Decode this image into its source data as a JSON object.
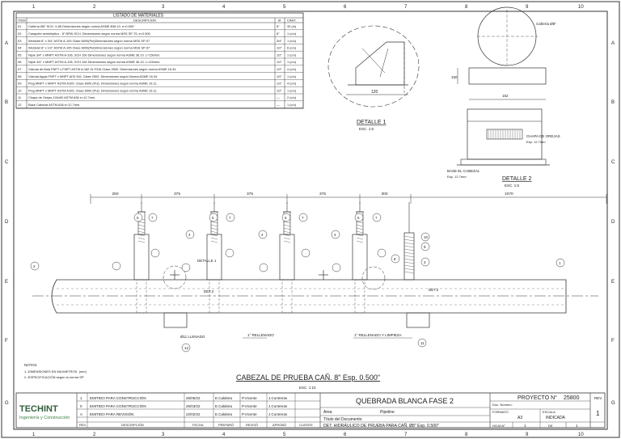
{
  "frame": {
    "columns": [
      "1",
      "2",
      "3",
      "4",
      "5",
      "6",
      "7",
      "8",
      "9",
      "10"
    ],
    "rows": [
      "A",
      "B",
      "C",
      "D",
      "E",
      "F",
      "G"
    ]
  },
  "materials": {
    "title": "LISTADO DE MATERIALES",
    "headers": {
      "item": "ITEM",
      "desc": "DESCRIPCION",
      "size": "Ø",
      "qty": "CANT."
    },
    "rows": [
      {
        "item": "01",
        "desc": "Cañería Ø8\" SCH. X-65 Dimensiones según norma ASME B36.10. e=0.500\"",
        "size": "8\"",
        "qty": "33 (m)"
      },
      {
        "item": "02",
        "desc": "Casquete semielíptico - 8\" BPW-SCH. Dimensiones según norma MSS SP-75, e=0.500",
        "size": "8\"",
        "qty": "1 (c/u)"
      },
      {
        "item": "03",
        "desc": "Weldolet 8\" x 3/4\" ASTM A-105 Clase 6000(Pul)Dimensiones según norma MSS SP-97",
        "size": "3/4\"",
        "qty": "1 (c/u)"
      },
      {
        "item": "04",
        "desc": "Weldolet 8\" x 1/2\" ASTM A-105 Clase 6000(Pul)Dimensiones según norma MSS SP-97",
        "size": "1/2\"",
        "qty": "6 (c/u)"
      },
      {
        "item": "05",
        "desc": "Niple 3/4\" x MNPT ASTM A-106, SCH 160 Dimensiones según norma ASME 36.10. L=150mm.",
        "size": "1/2\"",
        "qty": "1 (c/u)"
      },
      {
        "item": "06",
        "desc": "Niple 3/4\" x MNPT ASTM A-106, SCH 160 Dimensiones según norma ASME 36.10. L=100mm.",
        "size": "1/2\"",
        "qty": "1 (c/u)"
      },
      {
        "item": "07",
        "desc": "Válvula de Bola FNPT x FNPT ASTM A-182 Gr.F316 Clase 2500. Dimensiones según norma ASME 16.34",
        "size": "1/2\"",
        "qty": "4 (c/u)"
      },
      {
        "item": "08",
        "desc": "Válvula Aguja FNPT x MNPT AISI 316. Clase 2500. Dimensiones según Norma ASME 16.34.",
        "size": "1/2\"",
        "qty": "1 (c/u)"
      },
      {
        "item": "09",
        "desc": "Plug MNPT x MNPT ASTM A105. Clase 6000 (Pul). Dimensiones según norma ASME 16.11.",
        "size": "1/2\"",
        "qty": "4 (c/u)"
      },
      {
        "item": "10",
        "desc": "Plug MNPT x MNPT ASTM A105. Clase 6000 (Pul). Dimensiones según norma ASME 16.11.",
        "size": "1/2\"",
        "qty": "1 (c/u)"
      },
      {
        "item": "11",
        "desc": "Chapa de Orejas 100x50 ASTM A36 e=12.7mm.",
        "size": "—",
        "qty": "2 (c/u)"
      },
      {
        "item": "12",
        "desc": "Base Cabezal ASTM A36 e=12.7mm.",
        "size": "—",
        "qty": "1 (c/u)"
      }
    ]
  },
  "detail1": {
    "title": "DETALLE 1",
    "scale": "ESC. 1:5",
    "dim_bottom": "120"
  },
  "detail2": {
    "title": "DETALLE 2",
    "scale": "ESC. 1:5",
    "label_top": "Cañería Ø8\"",
    "dim_side": "150",
    "dim_bottom": "152",
    "label_plate": "CHAPA DE OREJAS",
    "label_plate_sub": "Esp. 12.7mm",
    "label_base": "BASE EL CABEZAL",
    "label_base_sub": "Esp. 12.7mm"
  },
  "main": {
    "dims": [
      "250",
      "375",
      "375",
      "375",
      "300",
      "1070"
    ],
    "label_weld": "DETALLE 1",
    "label_det2": "DET.2",
    "label_support": "Ø11 LLENADO",
    "label_fill": "1° RELLENADO",
    "label_fill_purge": "1° RELLENADO Y LIMPIEZA",
    "title": "CABEZAL DE PRUEBA CAÑ. 8\" Esp. 0.500\"",
    "scale": "ESC. 1:10",
    "notes_title": "NOTAS:",
    "notes": [
      "1.-DIMENSIONES EN MILIMETROS. (mm)",
      "2.-ESPECIFICACIÓN según la norma SP"
    ]
  },
  "titleblock": {
    "company": "TECHINT",
    "company_sub": "Ingeniería y Construcción",
    "revisions": [
      {
        "rev": "1",
        "desc": "EMITIDO PARA CONSTRUCCIÓN",
        "date": "25/05/22",
        "by": "E.Caldeira",
        "chk": "P.Vicente",
        "app": "J.Contreras"
      },
      {
        "rev": "0",
        "desc": "EMITIDO PARA CONSTRUCCIÓN",
        "date": "25/03/22",
        "by": "E.Caldeira",
        "chk": "P.Vicente",
        "app": "J.Contreras"
      },
      {
        "rev": "A",
        "desc": "EMITIDO PARA REVISIÓN",
        "date": "22/02/22",
        "by": "E.Caldeira",
        "chk": "P.Vicente",
        "app": "J.Contreras"
      }
    ],
    "rev_headers": {
      "rev": "REV.",
      "desc": "DESCRIPCIÓN",
      "date": "FECHA",
      "by": "PREPARÓ",
      "chk": "REVISÓ",
      "app": "APROBÓ",
      "client": "CLIENTE"
    },
    "project_title": "QUEBRADA BLANCA FASE 2",
    "area_label": "Area",
    "area_value": "Pipeline",
    "doc_label": "Título del Documento",
    "doc_title": "DET. HIDRÁULICO DE PRUEBA PARA CAÑ. Ø8\" Esp. 0.500\"",
    "project_no_label": "PROYECTO N°",
    "project_no": "25800",
    "rev_label": "REV.",
    "rev_value": "1",
    "doc_no_label": "Doc. Número:",
    "format_label": "FORMATO",
    "format_value": "A3",
    "scale_label": "ESCALA",
    "scale_value": "INDICADA",
    "sheet_label": "HOJA N°",
    "sheet_value": "1",
    "of_label": "DE",
    "of_value": "1"
  }
}
